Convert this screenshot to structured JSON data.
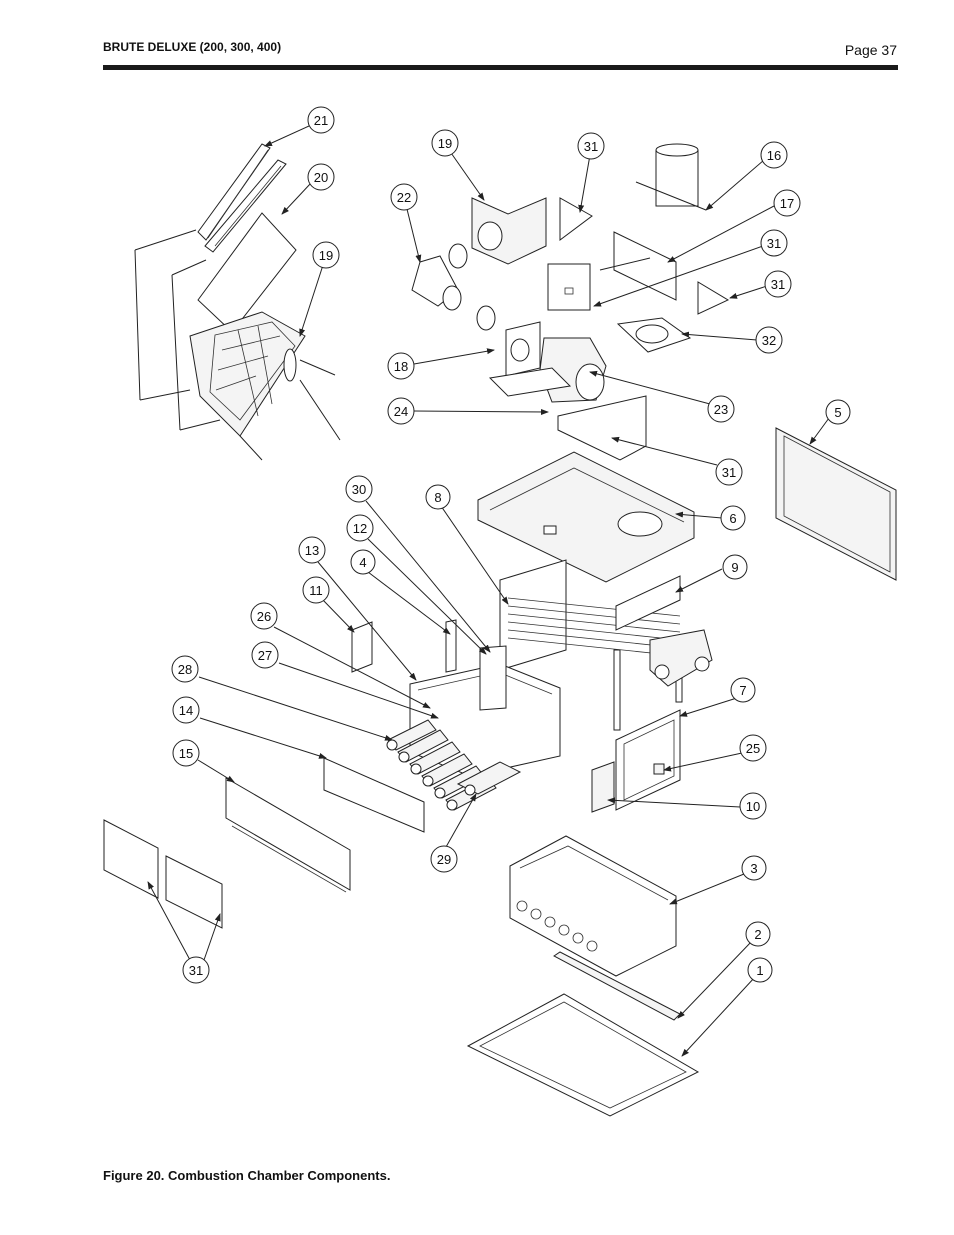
{
  "header": {
    "title": "BRUTE DELUXE (200, 300, 400)",
    "page": "Page 37"
  },
  "figure": {
    "caption": "Figure 20. Combustion Chamber Components."
  },
  "callouts": [
    {
      "id": "c21",
      "label": "21"
    },
    {
      "id": "c20",
      "label": "20"
    },
    {
      "id": "c19a",
      "label": "19"
    },
    {
      "id": "c19b",
      "label": "19"
    },
    {
      "id": "c22",
      "label": "22"
    },
    {
      "id": "c31a",
      "label": "31"
    },
    {
      "id": "c16",
      "label": "16"
    },
    {
      "id": "c17",
      "label": "17"
    },
    {
      "id": "c31b",
      "label": "31"
    },
    {
      "id": "c31c",
      "label": "31"
    },
    {
      "id": "c32",
      "label": "32"
    },
    {
      "id": "c18",
      "label": "18"
    },
    {
      "id": "c24",
      "label": "24"
    },
    {
      "id": "c23",
      "label": "23"
    },
    {
      "id": "c5",
      "label": "5"
    },
    {
      "id": "c31d",
      "label": "31"
    },
    {
      "id": "c30",
      "label": "30"
    },
    {
      "id": "c8",
      "label": "8"
    },
    {
      "id": "c6",
      "label": "6"
    },
    {
      "id": "c12",
      "label": "12"
    },
    {
      "id": "c13",
      "label": "13"
    },
    {
      "id": "c4",
      "label": "4"
    },
    {
      "id": "c9",
      "label": "9"
    },
    {
      "id": "c11",
      "label": "11"
    },
    {
      "id": "c26",
      "label": "26"
    },
    {
      "id": "c27",
      "label": "27"
    },
    {
      "id": "c7",
      "label": "7"
    },
    {
      "id": "c28",
      "label": "28"
    },
    {
      "id": "c25",
      "label": "25"
    },
    {
      "id": "c14",
      "label": "14"
    },
    {
      "id": "c15",
      "label": "15"
    },
    {
      "id": "c10",
      "label": "10"
    },
    {
      "id": "c29",
      "label": "29"
    },
    {
      "id": "c3",
      "label": "3"
    },
    {
      "id": "c2",
      "label": "2"
    },
    {
      "id": "c1",
      "label": "1"
    },
    {
      "id": "c31e",
      "label": "31"
    }
  ]
}
